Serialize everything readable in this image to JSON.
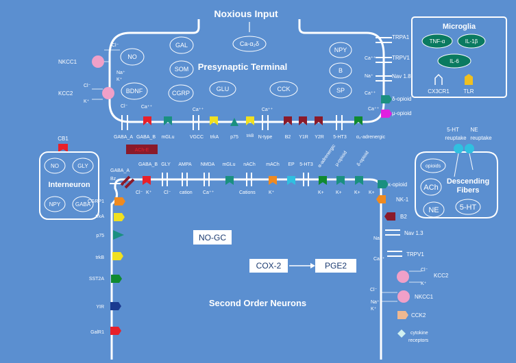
{
  "noxious_input": "Noxious Input",
  "ca_a2d": "Ca-α₂δ",
  "presynaptic": {
    "title": "Presynaptic Terminal",
    "ovals": [
      "NO",
      "BDNF",
      "GAL",
      "SOM",
      "CGRP",
      "GLU",
      "CCK",
      "NPY",
      "B",
      "SP"
    ],
    "left_ions": {
      "cl_top": "Cl⁻",
      "na": "Na⁺",
      "k": "K⁺",
      "cl_mid": "Cl⁻",
      "k_mid": "K⁺",
      "cl_bot": "Cl⁻"
    },
    "nkcc1": "NKCC1",
    "kcc2": "KCC2",
    "right_labels": {
      "trpa1": "TRPA1",
      "ca1": "Ca⁺⁺",
      "trpv1": "TRPV1",
      "na": "Na⁺",
      "nav18": "Nav 1.8",
      "ca2": "Ca⁺⁺",
      "delta": "δ-opioid",
      "ca3": "Ca⁺⁺",
      "mu": "μ-opioid"
    },
    "bottom_labels": {
      "gabaa": "GABA_A",
      "gabab": "GABA_B",
      "ca_b": "Ca⁺⁺",
      "mglu": "mGLu",
      "ca_v": "Ca⁺⁺",
      "vgcc": "VGCC",
      "trka": "trkA",
      "p75": "p75",
      "trkb": "trkB",
      "ca_n": "Ca⁺⁺",
      "ntype": "N-type",
      "b2": "B2",
      "y1r": "Y1R",
      "y2r": "Y2R",
      "ht3": "5-HT3",
      "a2": "α₂-adrenergic"
    }
  },
  "microglia": {
    "title": "Microglia",
    "tnfa": "TNF-α",
    "il1b": "IL-1β",
    "il6": "IL-6",
    "cx3cr1": "CX3CR1",
    "tlr": "TLR"
  },
  "ach_e": "ACh-E",
  "cb1": "CB1",
  "interneuron": {
    "title": "Interneuron",
    "ovals": [
      "NO",
      "GLY",
      "NPY",
      "GABA"
    ]
  },
  "descending": {
    "title_1": "Descending",
    "title_2": "Fibers",
    "ht_label": "5-HT",
    "ne_label": "NE",
    "reuptake_1": "reuptake",
    "reuptake_2": "reuptake",
    "ovals": [
      "opioids",
      "ACh",
      "NE",
      "5-HT"
    ]
  },
  "postsynaptic_labels": {
    "gabaa_top": "GABA_A",
    "bz": "Bz",
    "gabab": "GABA_B",
    "gly": "GLY",
    "ampa": "AMPA",
    "nmda": "NMDA",
    "mglu": "mGLu",
    "nach": "nACh",
    "mach": "mACh",
    "ep": "EP",
    "ht3": "5-HT3",
    "alpha_adr": "α-adrenergic",
    "mu": "μ-opioid",
    "delta": "δ-opioid",
    "cl1": "Cl⁻",
    "k1": "K⁺",
    "cl2": "Cl⁻",
    "cation": "cation",
    "ca": "Ca⁺⁺",
    "cations": "Cations",
    "k2": "K⁺",
    "k3": "K+",
    "k4": "K+",
    "k5": "K+",
    "k6": "K+",
    "kappa": "κ-opioid"
  },
  "left_receptors": [
    "CGRP1",
    "trkA",
    "p75",
    "trkB",
    "SST2A",
    "YIR",
    "GalR1"
  ],
  "right_post": {
    "nk1": "NK-1",
    "b2": "B2",
    "na": "Na⁺",
    "nav13": "Nav 1.3",
    "ca": "Ca⁺⁺",
    "trpv1": "TRPV1",
    "cl1": "Cl⁻",
    "kcc2": "KCC2",
    "k1": "K⁺",
    "cl2": "Cl⁻",
    "na2": "Na⁺",
    "k2": "K⁺",
    "nkcc1": "NKCC1",
    "cck2": "CCK2",
    "cytokine_1": "cytokine",
    "cytokine_2": "receptors"
  },
  "no_gc": "NO-GC",
  "cox2": "COX-2",
  "pge2": "PGE2",
  "second_order": "Second Order Neurons",
  "colors": {
    "background": "#5b8fd0",
    "red": "#e8202a",
    "teal": "#1a9080",
    "yellow": "#f0e020",
    "maroon": "#8a1a2a",
    "green": "#108a30",
    "orange": "#f08a20",
    "cyan": "#30c0e0",
    "blue": "#1a3a90",
    "magenta": "#e020e0",
    "pink": "#f0a0c8",
    "microglia_oval": "#0a7a60"
  }
}
